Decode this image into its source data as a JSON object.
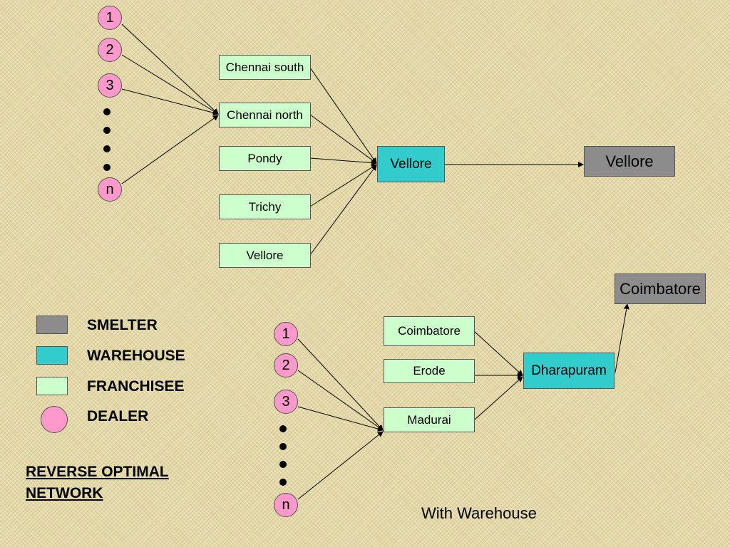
{
  "top_network": {
    "dealers": [
      "1",
      "2",
      "3",
      "n"
    ],
    "franchisees": [
      "Chennai south",
      "Chennai north",
      "Pondy",
      "Trichy",
      "Vellore"
    ],
    "warehouse": "Vellore",
    "smelter": "Vellore"
  },
  "bottom_network": {
    "dealers": [
      "1",
      "2",
      "3",
      "n"
    ],
    "franchisees": [
      "Coimbatore",
      "Erode",
      "Madurai"
    ],
    "warehouse": "Dharapuram",
    "smelter": "Coimbatore",
    "caption": "With Warehouse"
  },
  "legend": {
    "smelter": "SMELTER",
    "warehouse": "WAREHOUSE",
    "franchisee": "FRANCHISEE",
    "dealer": "DEALER"
  },
  "title_line1": "REVERSE OPTIMAL",
  "title_line2": "NETWORK",
  "colors": {
    "background": "#e4d9a6",
    "smelter": "#8c8c8c",
    "warehouse": "#33cccc",
    "franchisee": "#ccffcc",
    "dealer": "#ff99cc"
  }
}
